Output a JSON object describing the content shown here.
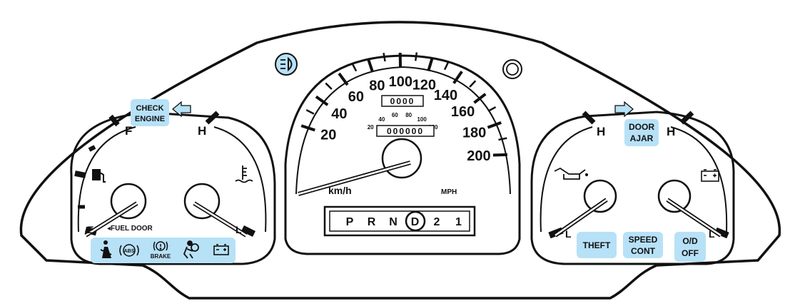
{
  "left_gauge": {
    "fuel_full_label": "F",
    "fuel_empty_label": "E",
    "fuel_door_label": "◂FUEL DOOR",
    "temp_hot_label": "H",
    "temp_low_label": "L",
    "fuel_icon": "fuel-pump-icon",
    "temp_icon": "coolant-temperature-icon"
  },
  "check_engine": {
    "line1": "CHECK",
    "line2": "ENGINE"
  },
  "left_warning_strip": {
    "brake_label": "BRAKE",
    "icons": [
      "seatbelt-icon",
      "abs-icon",
      "brake-warning-icon",
      "airbag-icon",
      "battery-icon"
    ]
  },
  "speedometer": {
    "mph_ticks": [
      "20",
      "40",
      "60",
      "80",
      "100",
      "120",
      "140",
      "160",
      "180",
      "200"
    ],
    "kmh_ticks": [
      "20",
      "40",
      "60",
      "80",
      "100",
      "120"
    ],
    "unit_kmh": "km/h",
    "unit_mph": "MPH",
    "trip_odometer_digits": "0000",
    "odometer_digits": "000000"
  },
  "gear_selector": {
    "gears": [
      "P",
      "R",
      "N",
      "D",
      "2",
      "1"
    ],
    "selected": "D"
  },
  "right_gauge": {
    "oil_hot_label": "H",
    "oil_low_label": "L",
    "battery_hot_label": "H",
    "battery_low_label": "L",
    "oil_icon": "oil-can-icon",
    "battery_icon": "battery-icon"
  },
  "door_ajar": {
    "line1": "DOOR",
    "line2": "AJAR"
  },
  "right_warning_lights": {
    "theft": "THEFT",
    "speed_line1": "SPEED",
    "speed_line2": "CONT",
    "od_line1": "O/D",
    "od_line2": "OFF"
  },
  "top_indicators": [
    "headlamp-icon",
    "ring-indicator-icon"
  ],
  "colors": {
    "highlight": "#b7e1f7",
    "ink": "#111111"
  }
}
